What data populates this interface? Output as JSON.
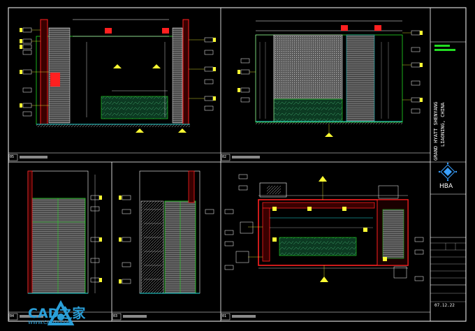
{
  "drawing": {
    "panel_numbers": [
      "05",
      "02",
      "04",
      "03",
      "01"
    ],
    "title_block": {
      "project_line1": "GRAND HYATT SHENYANG",
      "project_line2": "LIAONING, CHINA",
      "logo_text": "HBA",
      "date": "07.12.22"
    },
    "colors": {
      "frame": "#ffffff",
      "grid_blue": "#3aa0ff",
      "wall_red": "#ff2020",
      "green": "#22dd22",
      "cyan": "#22dddd",
      "yellow": "#ffff33",
      "magenta": "#ff44ff",
      "hatch_gray": "#9a9a9a"
    }
  },
  "watermark": {
    "brand": "CAD之家",
    "url": "WWW.CADZJ.COM"
  }
}
